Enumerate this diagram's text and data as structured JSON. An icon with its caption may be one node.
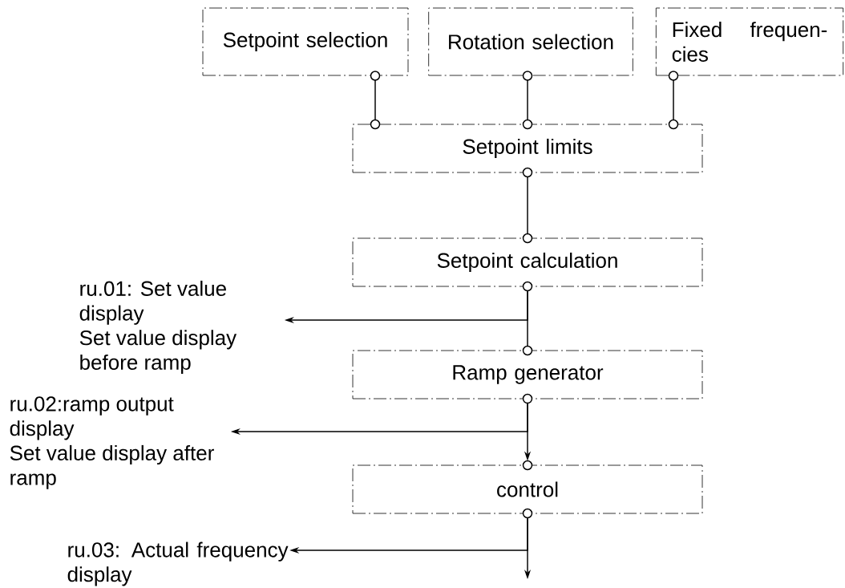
{
  "diagram": {
    "nodes": [
      {
        "text": [
          "Setpoint selection"
        ]
      },
      {
        "text": [
          "Rotation selection"
        ]
      },
      {
        "text": [
          "Fixed frequen- cies"
        ]
      },
      {
        "text": [
          "Setpoint limits"
        ]
      },
      {
        "text": [
          "Setpoint calculation"
        ]
      },
      {
        "text": [
          "Ramp generator"
        ]
      },
      {
        "text": [
          "control"
        ]
      },
      {
        "text": [
          "ru.01: Set value display",
          "Set value display before ramp"
        ]
      },
      {
        "text": [
          "ru.02:ramp output display",
          "Set value display after ramp"
        ]
      },
      {
        "text": [
          "ru.03: Actual frequency display"
        ]
      }
    ],
    "edges": [
      {
        "from": 0,
        "to": 3,
        "arrow": "none"
      },
      {
        "from": 1,
        "to": 3,
        "arrow": "none"
      },
      {
        "from": 2,
        "to": 3,
        "arrow": "none"
      },
      {
        "from": 3,
        "to": 4,
        "arrow": "none"
      },
      {
        "from": 4,
        "to": 5,
        "arrow": "none"
      },
      {
        "from": 4,
        "to": 7,
        "arrow": "to"
      },
      {
        "from": 5,
        "to": 6,
        "arrow": "to"
      },
      {
        "from": 5,
        "to": 8,
        "arrow": "to"
      },
      {
        "from": 6,
        "to": 9,
        "arrow": "to"
      },
      {
        "from": 6,
        "to": null,
        "arrow": "to"
      }
    ]
  }
}
